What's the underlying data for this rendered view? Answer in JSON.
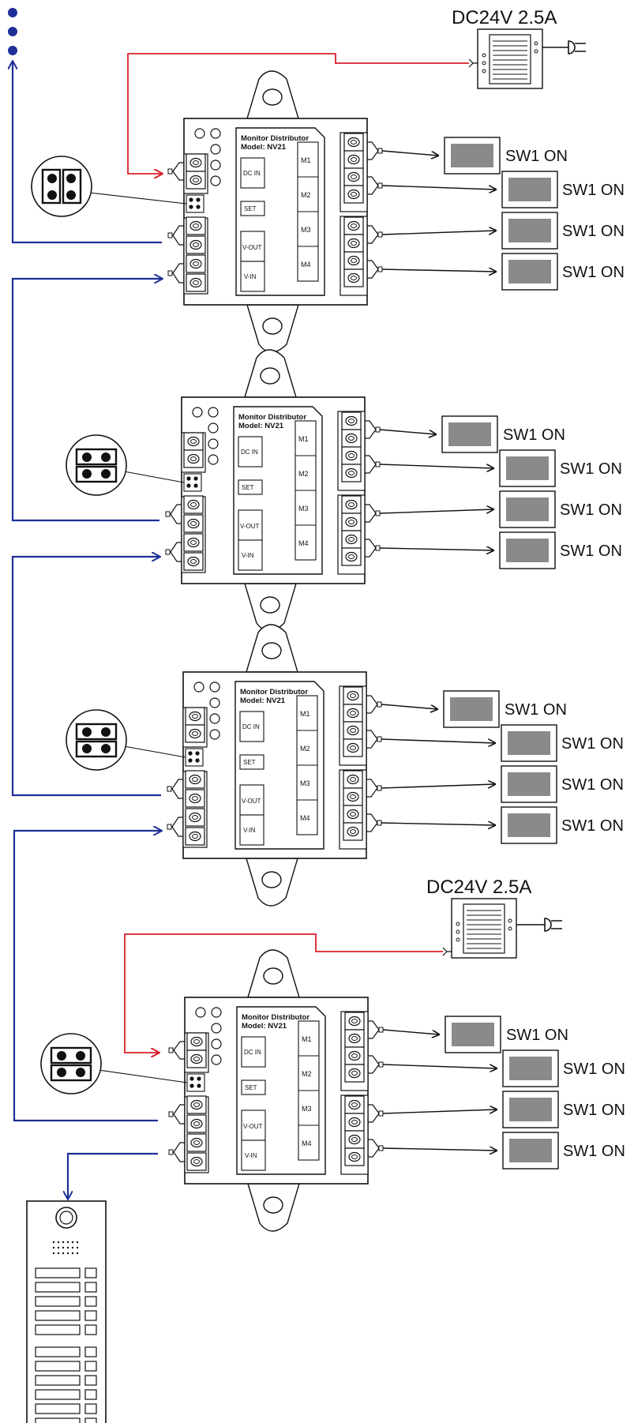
{
  "power_supplies": [
    {
      "label": "DC24V 2.5A"
    },
    {
      "label": "DC24V 2.5A"
    }
  ],
  "distributors": [
    {
      "header": "Monitor Distributor",
      "model": "Model: NV21",
      "dc_in": "DC IN",
      "set": "SET",
      "v_out": "V-OUT",
      "v_in": "V-IN",
      "ports": [
        "M1",
        "M2",
        "M3",
        "M4"
      ]
    },
    {
      "header": "Monitor Distributor",
      "model": "Model: NV21",
      "dc_in": "DC IN",
      "set": "SET",
      "v_out": "V-OUT",
      "v_in": "V-IN",
      "ports": [
        "M1",
        "M2",
        "M3",
        "M4"
      ]
    },
    {
      "header": "Monitor Distributor",
      "model": "Model: NV21",
      "dc_in": "DC IN",
      "set": "SET",
      "v_out": "V-OUT",
      "v_in": "V-IN",
      "ports": [
        "M1",
        "M2",
        "M3",
        "M4"
      ]
    },
    {
      "header": "Monitor Distributor",
      "model": "Model: NV21",
      "dc_in": "DC IN",
      "set": "SET",
      "v_out": "V-OUT",
      "v_in": "V-IN",
      "ports": [
        "M1",
        "M2",
        "M3",
        "M4"
      ]
    }
  ],
  "monitor_labels": [
    [
      "SW1 ON",
      "SW1 ON",
      "SW1 ON",
      "SW1 ON"
    ],
    [
      "SW1 ON",
      "SW1 ON",
      "SW1 ON",
      "SW1 ON"
    ],
    [
      "SW1 ON",
      "SW1 ON",
      "SW1 ON",
      "SW1 ON"
    ],
    [
      "SW1 ON",
      "SW1 ON",
      "SW1 ON",
      "SW1 ON"
    ]
  ],
  "colors": {
    "power_wire": "#d8202a",
    "video_wire": "#1e2f96",
    "line": "#111111",
    "screen": "#8a8a8a"
  }
}
